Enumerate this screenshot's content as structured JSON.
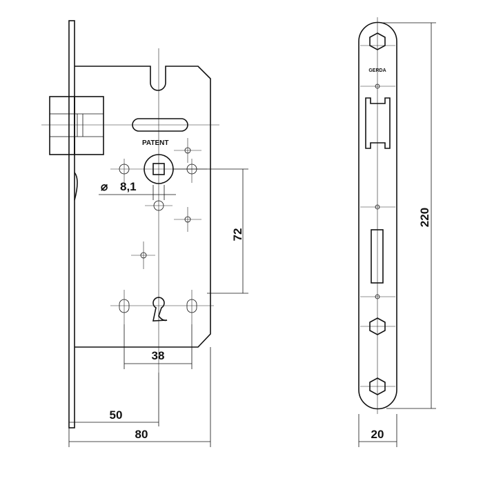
{
  "drawing": {
    "patent_label": "PATENT",
    "spindle_symbol": "⌀",
    "spindle_size": "8,1",
    "dim_backset_spacing": "72",
    "dim_screw_spacing": "38",
    "dim_backset": "50",
    "dim_case_width": "80",
    "dim_faceplate_height": "220",
    "dim_faceplate_width": "20",
    "logo_text": "GERDA"
  }
}
